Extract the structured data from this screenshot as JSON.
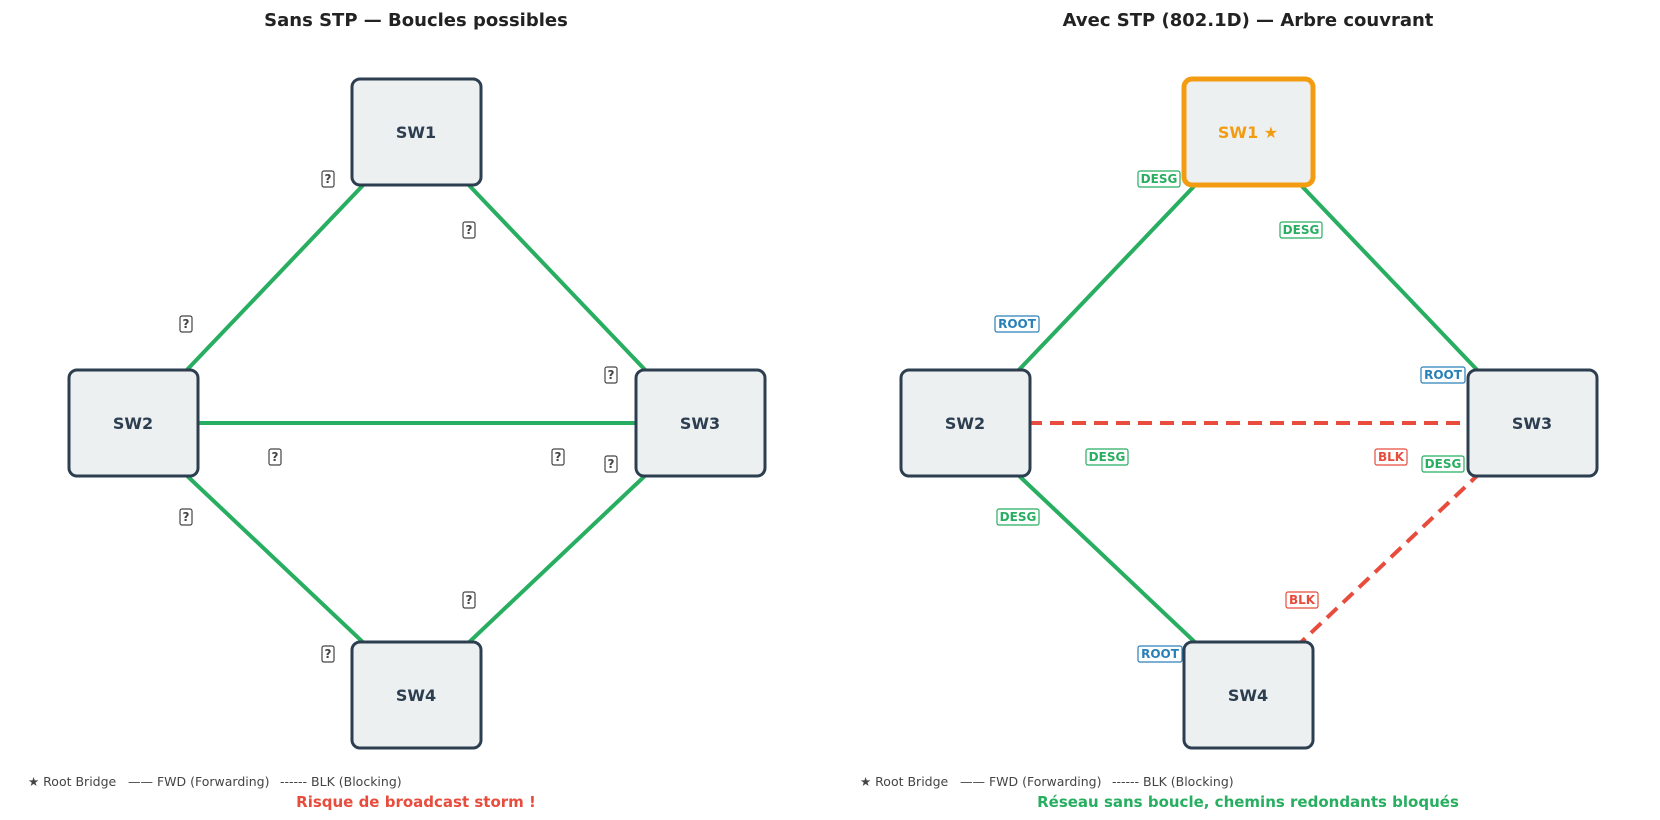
{
  "colors": {
    "forwarding": "#27ae60",
    "blocking": "#e74c3c",
    "root_port": "#2980b9",
    "designated_port": "#27ae60",
    "unknown_port": "#444444",
    "root_bridge": "#f39c12",
    "node_border": "#2c3e50",
    "node_fill": "#ecf0f1"
  },
  "panels": [
    {
      "title": "Sans STP — Boucles possibles",
      "caption": "Risque de broadcast storm !",
      "caption_color": "#e74c3c",
      "legend": {
        "root": "★ Root Bridge",
        "fwd": "—— FWD (Forwarding)",
        "blk": "------ BLK (Blocking)"
      },
      "nodes": [
        {
          "id": "SW1",
          "label": "SW1",
          "is_root": false
        },
        {
          "id": "SW2",
          "label": "SW2",
          "is_root": false
        },
        {
          "id": "SW3",
          "label": "SW3",
          "is_root": false
        },
        {
          "id": "SW4",
          "label": "SW4",
          "is_root": false
        }
      ],
      "links": [
        {
          "from": "SW1",
          "to": "SW2",
          "state": "FWD",
          "port_from": "?",
          "port_to": "?"
        },
        {
          "from": "SW1",
          "to": "SW3",
          "state": "FWD",
          "port_from": "?",
          "port_to": "?"
        },
        {
          "from": "SW2",
          "to": "SW3",
          "state": "FWD",
          "port_from": "?",
          "port_to": "?"
        },
        {
          "from": "SW2",
          "to": "SW4",
          "state": "FWD",
          "port_from": "?",
          "port_to": "?"
        },
        {
          "from": "SW3",
          "to": "SW4",
          "state": "FWD",
          "port_from": "?",
          "port_to": "?"
        }
      ]
    },
    {
      "title": "Avec STP (802.1D) — Arbre couvrant",
      "caption": "Réseau sans boucle, chemins redondants bloqués",
      "caption_color": "#27ae60",
      "legend": {
        "root": "★ Root Bridge",
        "fwd": "—— FWD (Forwarding)",
        "blk": "------ BLK (Blocking)"
      },
      "nodes": [
        {
          "id": "SW1",
          "label": "SW1 ★",
          "is_root": true
        },
        {
          "id": "SW2",
          "label": "SW2",
          "is_root": false
        },
        {
          "id": "SW3",
          "label": "SW3",
          "is_root": false
        },
        {
          "id": "SW4",
          "label": "SW4",
          "is_root": false
        }
      ],
      "links": [
        {
          "from": "SW1",
          "to": "SW2",
          "state": "FWD",
          "port_from": "DESG",
          "port_to": "ROOT"
        },
        {
          "from": "SW1",
          "to": "SW3",
          "state": "FWD",
          "port_from": "DESG",
          "port_to": "ROOT"
        },
        {
          "from": "SW2",
          "to": "SW3",
          "state": "BLK",
          "port_from": "DESG",
          "port_to": "BLK"
        },
        {
          "from": "SW2",
          "to": "SW4",
          "state": "FWD",
          "port_from": "DESG",
          "port_to": "ROOT"
        },
        {
          "from": "SW3",
          "to": "SW4",
          "state": "BLK",
          "port_from": "DESG",
          "port_to": "BLK"
        }
      ]
    }
  ]
}
